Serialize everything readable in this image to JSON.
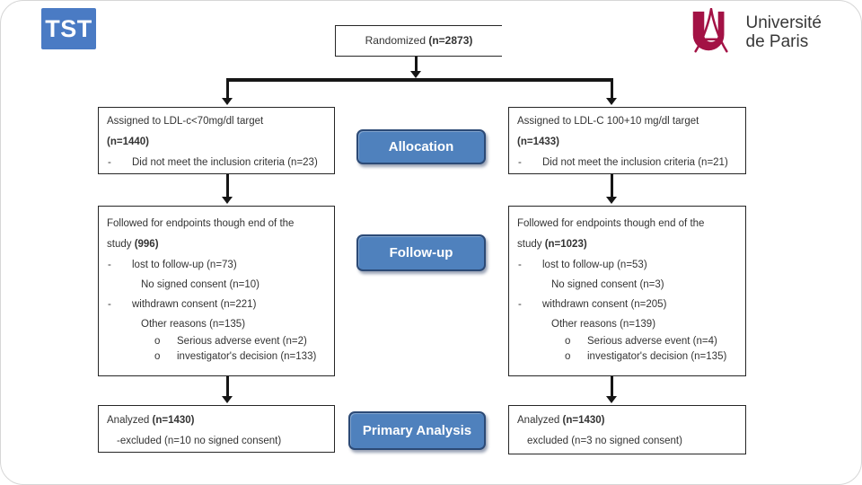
{
  "colors": {
    "stage_blue": "#4f81bd",
    "stage_border": "#2c4a76",
    "tst_blue": "#4a7bc4",
    "crimson": "#a31245",
    "text": "#333333",
    "line": "#161616"
  },
  "badges": {
    "tst": "TST"
  },
  "university": {
    "name_line1": "Université",
    "name_line2": "de Paris"
  },
  "stages": {
    "allocation": "Allocation",
    "followup": "Follow-up",
    "analysis": "Primary Analysis"
  },
  "boxes": {
    "randomized": {
      "lines": [
        {
          "type": "center",
          "segments": [
            {
              "t": "Randomized ",
              "b": false
            },
            {
              "t": "(n=2873)",
              "b": true
            }
          ]
        }
      ]
    },
    "left_allocation": {
      "lines": [
        {
          "type": "head",
          "segments": [
            {
              "t": "Assigned to LDL-c<70mg/dl target",
              "b": false
            }
          ]
        },
        {
          "type": "head",
          "segments": [
            {
              "t": "(n=1440)",
              "b": true
            }
          ]
        },
        {
          "type": "item",
          "bullet": "-",
          "segments": [
            {
              "t": "Did not meet the inclusion criteria (n=23)",
              "b": false
            }
          ]
        }
      ]
    },
    "right_allocation": {
      "lines": [
        {
          "type": "head",
          "segments": [
            {
              "t": "Assigned to LDL-C 100+10 mg/dl target",
              "b": false
            }
          ]
        },
        {
          "type": "head",
          "segments": [
            {
              "t": "(n=1433)",
              "b": true
            }
          ]
        },
        {
          "type": "item",
          "bullet": "-",
          "segments": [
            {
              "t": "Did not meet the inclusion criteria (n=21)",
              "b": false
            }
          ]
        }
      ]
    },
    "left_followup": {
      "lines": [
        {
          "type": "head",
          "segments": [
            {
              "t": "Followed for endpoints though end of the",
              "b": false
            }
          ]
        },
        {
          "type": "head",
          "segments": [
            {
              "t": "study ",
              "b": false
            },
            {
              "t": "(996)",
              "b": true
            }
          ]
        },
        {
          "type": "item",
          "bullet": "-",
          "segments": [
            {
              "t": "lost to follow-up (n=73)",
              "b": false
            }
          ]
        },
        {
          "type": "plain",
          "segments": [
            {
              "t": "No signed consent (n=10)",
              "b": false
            }
          ]
        },
        {
          "type": "item",
          "bullet": "-",
          "segments": [
            {
              "t": "withdrawn consent (n=221)",
              "b": false
            }
          ]
        },
        {
          "type": "plain",
          "segments": [
            {
              "t": "Other reasons (n=135)",
              "b": false
            }
          ]
        },
        {
          "type": "sub",
          "bullet": "o",
          "segments": [
            {
              "t": "Serious adverse event (n=2)",
              "b": false
            }
          ]
        },
        {
          "type": "sub",
          "bullet": "o",
          "segments": [
            {
              "t": "investigator's decision (n=133)",
              "b": false
            }
          ]
        }
      ]
    },
    "right_followup": {
      "lines": [
        {
          "type": "head",
          "segments": [
            {
              "t": "Followed for endpoints though end of the",
              "b": false
            }
          ]
        },
        {
          "type": "head",
          "segments": [
            {
              "t": "study ",
              "b": false
            },
            {
              "t": "(n=1023)",
              "b": true
            }
          ]
        },
        {
          "type": "item",
          "bullet": "-",
          "segments": [
            {
              "t": "lost to follow-up (n=53)",
              "b": false
            }
          ]
        },
        {
          "type": "plain",
          "segments": [
            {
              "t": "No signed consent (n=3)",
              "b": false
            }
          ]
        },
        {
          "type": "item",
          "bullet": "-",
          "segments": [
            {
              "t": "withdrawn consent (n=205)",
              "b": false
            }
          ]
        },
        {
          "type": "plain",
          "segments": [
            {
              "t": "Other reasons (n=139)",
              "b": false
            }
          ]
        },
        {
          "type": "sub",
          "bullet": "o",
          "segments": [
            {
              "t": "Serious adverse event (n=4)",
              "b": false
            }
          ]
        },
        {
          "type": "sub",
          "bullet": "o",
          "segments": [
            {
              "t": "investigator's decision (n=135)",
              "b": false
            }
          ]
        }
      ]
    },
    "left_analysis": {
      "lines": [
        {
          "type": "head",
          "segments": [
            {
              "t": "Analyzed ",
              "b": false
            },
            {
              "t": "(n=1430)",
              "b": true
            }
          ]
        },
        {
          "type": "plain2",
          "segments": [
            {
              "t": "-excluded (n=10 no signed consent)",
              "b": false
            }
          ]
        }
      ]
    },
    "right_analysis": {
      "lines": [
        {
          "type": "head",
          "segments": [
            {
              "t": "Analyzed ",
              "b": false
            },
            {
              "t": "(n=1430)",
              "b": true
            }
          ]
        },
        {
          "type": "plain2",
          "segments": [
            {
              "t": "excluded (n=3 no signed consent)",
              "b": false
            }
          ]
        }
      ]
    }
  }
}
